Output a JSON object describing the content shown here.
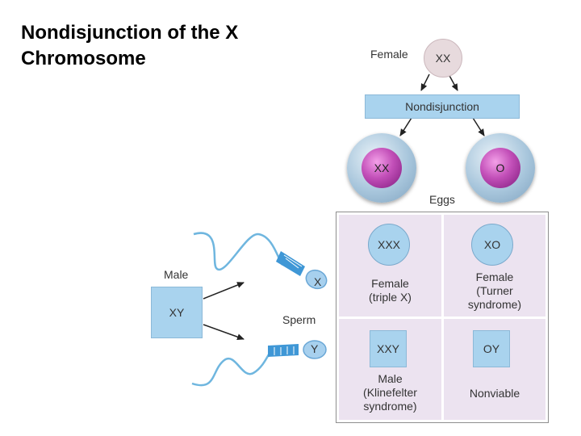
{
  "title_line1": "Nondisjunction of the X",
  "title_line2": "Chromosome",
  "female": {
    "label": "Female",
    "genotype": "XX"
  },
  "process": "Nondisjunction",
  "eggs": {
    "label": "Eggs",
    "items": [
      "XX",
      "O"
    ]
  },
  "male": {
    "label": "Male",
    "genotype": "XY"
  },
  "sperm": {
    "label": "Sperm",
    "items": [
      "X",
      "Y"
    ]
  },
  "offspring": [
    {
      "genotype": "XXX",
      "phenotype": [
        "Female",
        "(triple X)"
      ]
    },
    {
      "genotype": "XO",
      "phenotype": [
        "Female",
        "(Turner",
        "syndrome)"
      ]
    },
    {
      "genotype": "XXY",
      "phenotype": [
        "Male",
        "(Klinefelter",
        "syndrome)"
      ]
    },
    {
      "genotype": "OY",
      "phenotype": [
        "Nonviable"
      ]
    }
  ],
  "colors": {
    "box": "#a9d3ee",
    "grid": "#ece3f0",
    "nucleus": "#c24fb8"
  }
}
